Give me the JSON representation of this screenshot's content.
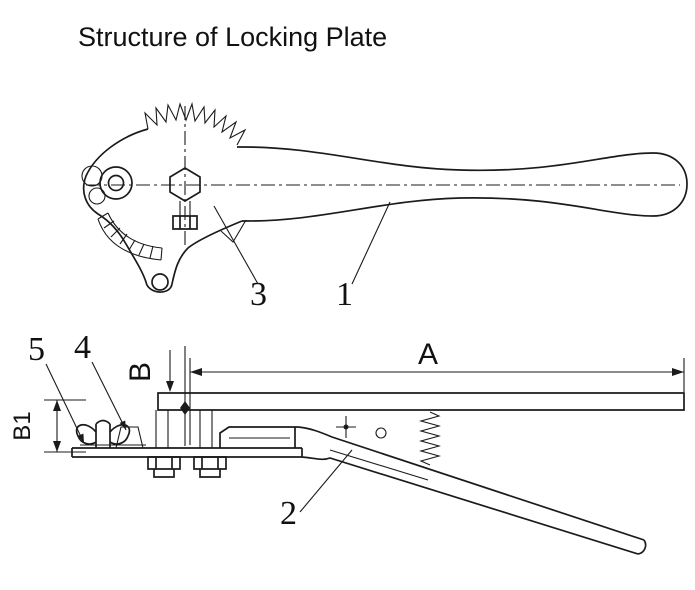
{
  "title": "Structure of Locking Plate",
  "diagram_type": "technical line drawing, two views of a locking plate mechanism",
  "part_labels": {
    "p1": "1",
    "p2": "2",
    "p3": "3",
    "p4": "4",
    "p5": "5"
  },
  "dim_labels": {
    "a": "A",
    "b": "B",
    "b1": "B1"
  },
  "colors": {
    "ink": "#1b1b1b",
    "background": "#ffffff"
  }
}
